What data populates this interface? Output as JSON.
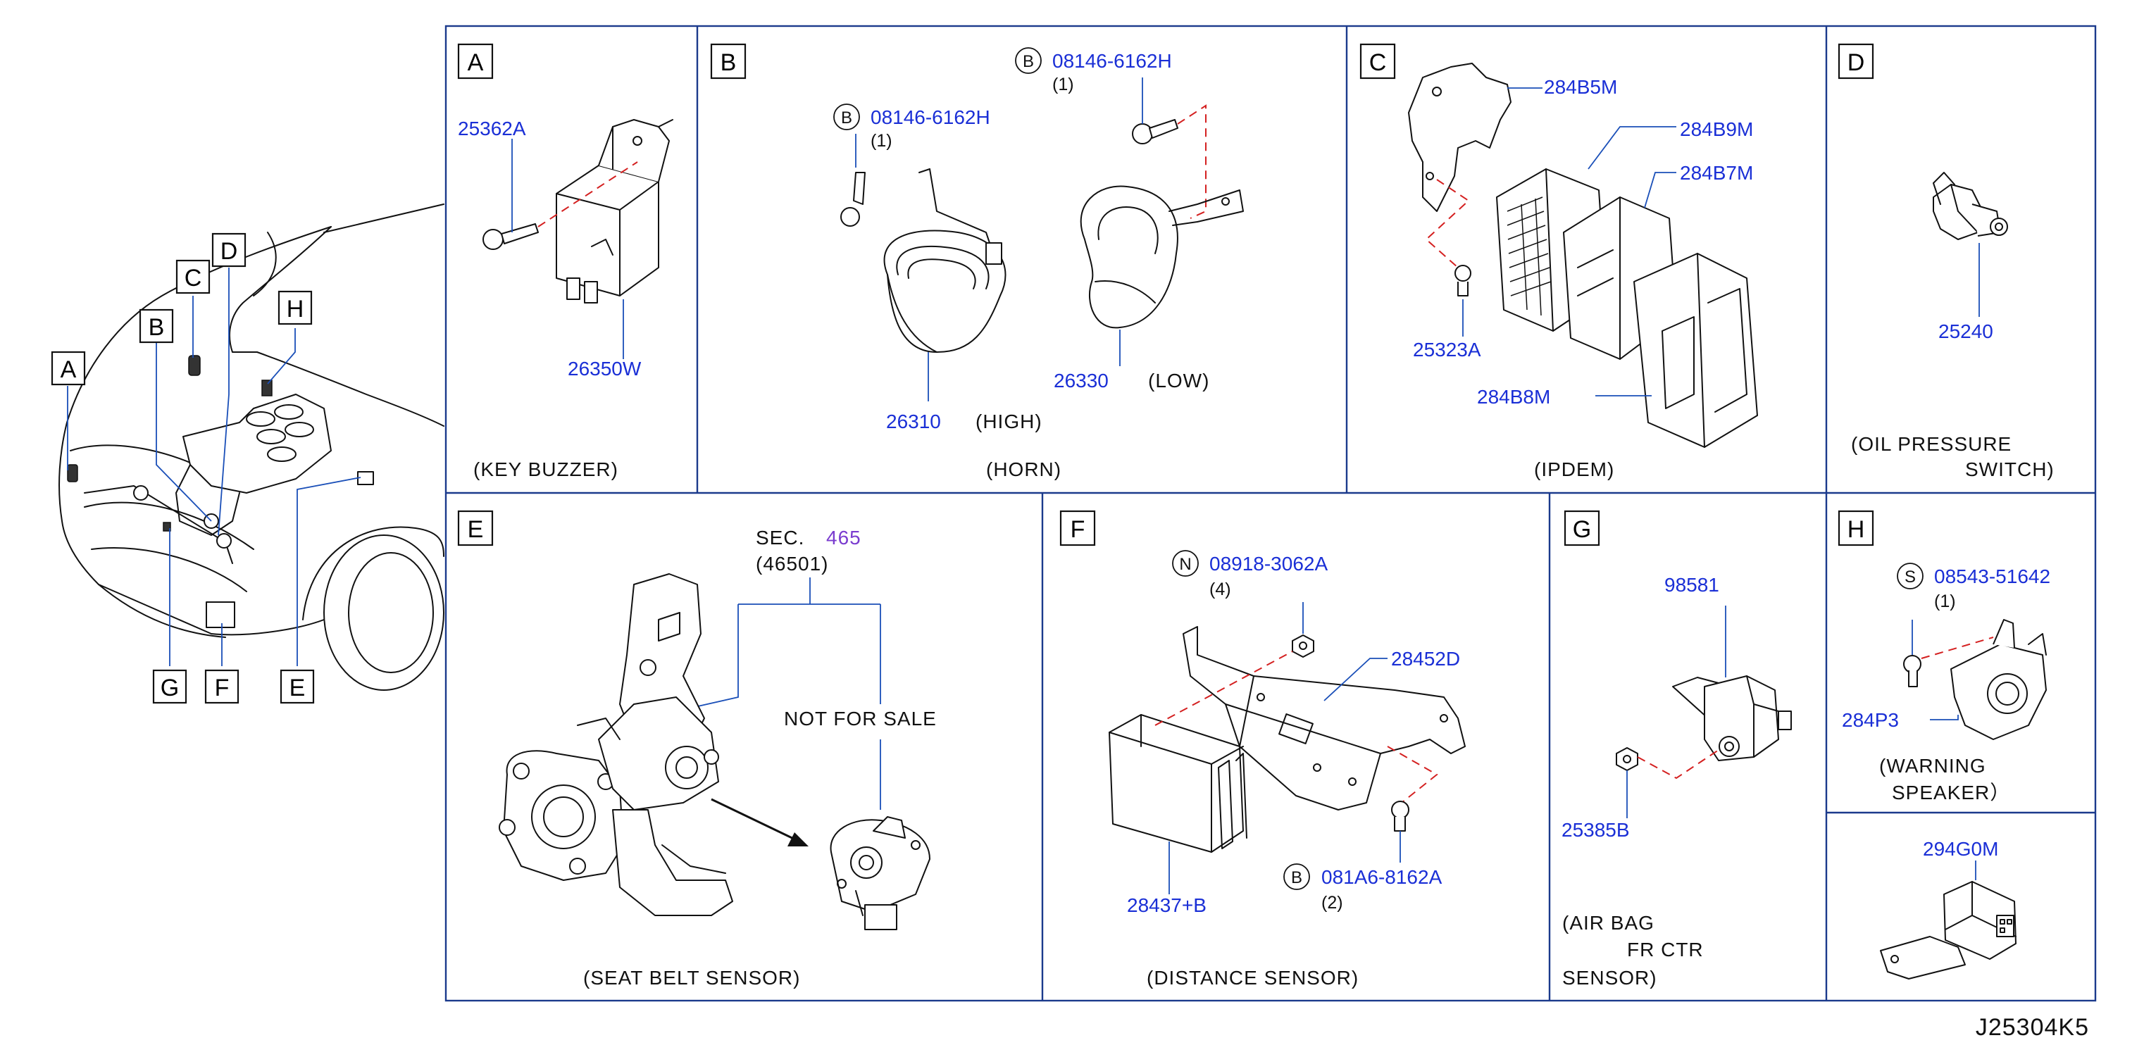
{
  "diagram_code": "J25304K5",
  "overview_callouts": [
    "A",
    "B",
    "C",
    "D",
    "H",
    "G",
    "F",
    "E"
  ],
  "panels": {
    "A": {
      "letter": "A",
      "caption": "(KEY   BUZZER)",
      "parts": [
        "25362A",
        "26350W"
      ]
    },
    "B": {
      "letter": "B",
      "caption": "(HORN)",
      "bolt_badge": "B",
      "bolt1_part": "08146-6162H",
      "bolt1_qty": "(1)",
      "bolt2_part": "08146-6162H",
      "bolt2_qty": "(1)",
      "high_part": "26310",
      "high_label": "(HIGH)",
      "low_part": "26330",
      "low_label": "(LOW)"
    },
    "C": {
      "letter": "C",
      "caption": "(IPDEM)",
      "parts": [
        "284B5M",
        "284B9M",
        "284B7M",
        "25323A",
        "284B8M"
      ]
    },
    "D": {
      "letter": "D",
      "caption_line1": "(OIL   PRESSURE",
      "caption_line2": "SWITCH)",
      "parts": [
        "25240"
      ]
    },
    "E": {
      "letter": "E",
      "caption": "(SEAT   BELT   SENSOR)",
      "sec_label": "SEC.",
      "sec_number": "465",
      "sec_sub": "(46501)",
      "nfs": "NOT   FOR   SALE"
    },
    "F": {
      "letter": "F",
      "caption": "(DISTANCE   SENSOR)",
      "nut_badge": "N",
      "nut_part": "08918-3062A",
      "nut_qty": "(4)",
      "bracket_part": "28452D",
      "sensor_part": "28437+B",
      "bolt_badge": "B",
      "bolt_part": "081A6-8162A",
      "bolt_qty": "(2)"
    },
    "G": {
      "letter": "G",
      "caption_line1": "(AIR   BAG",
      "caption_line2": "FR   CTR",
      "caption_line3": "SENSOR)",
      "parts": [
        "98581",
        "25385B"
      ]
    },
    "H": {
      "letter": "H",
      "caption_line1": "(WARNING",
      "caption_line2": "SPEAKER）",
      "screw_badge": "S",
      "screw_part": "08543-51642",
      "screw_qty": "(1)",
      "speaker_part": "284P3"
    },
    "extra": {
      "part": "294G0M"
    }
  }
}
